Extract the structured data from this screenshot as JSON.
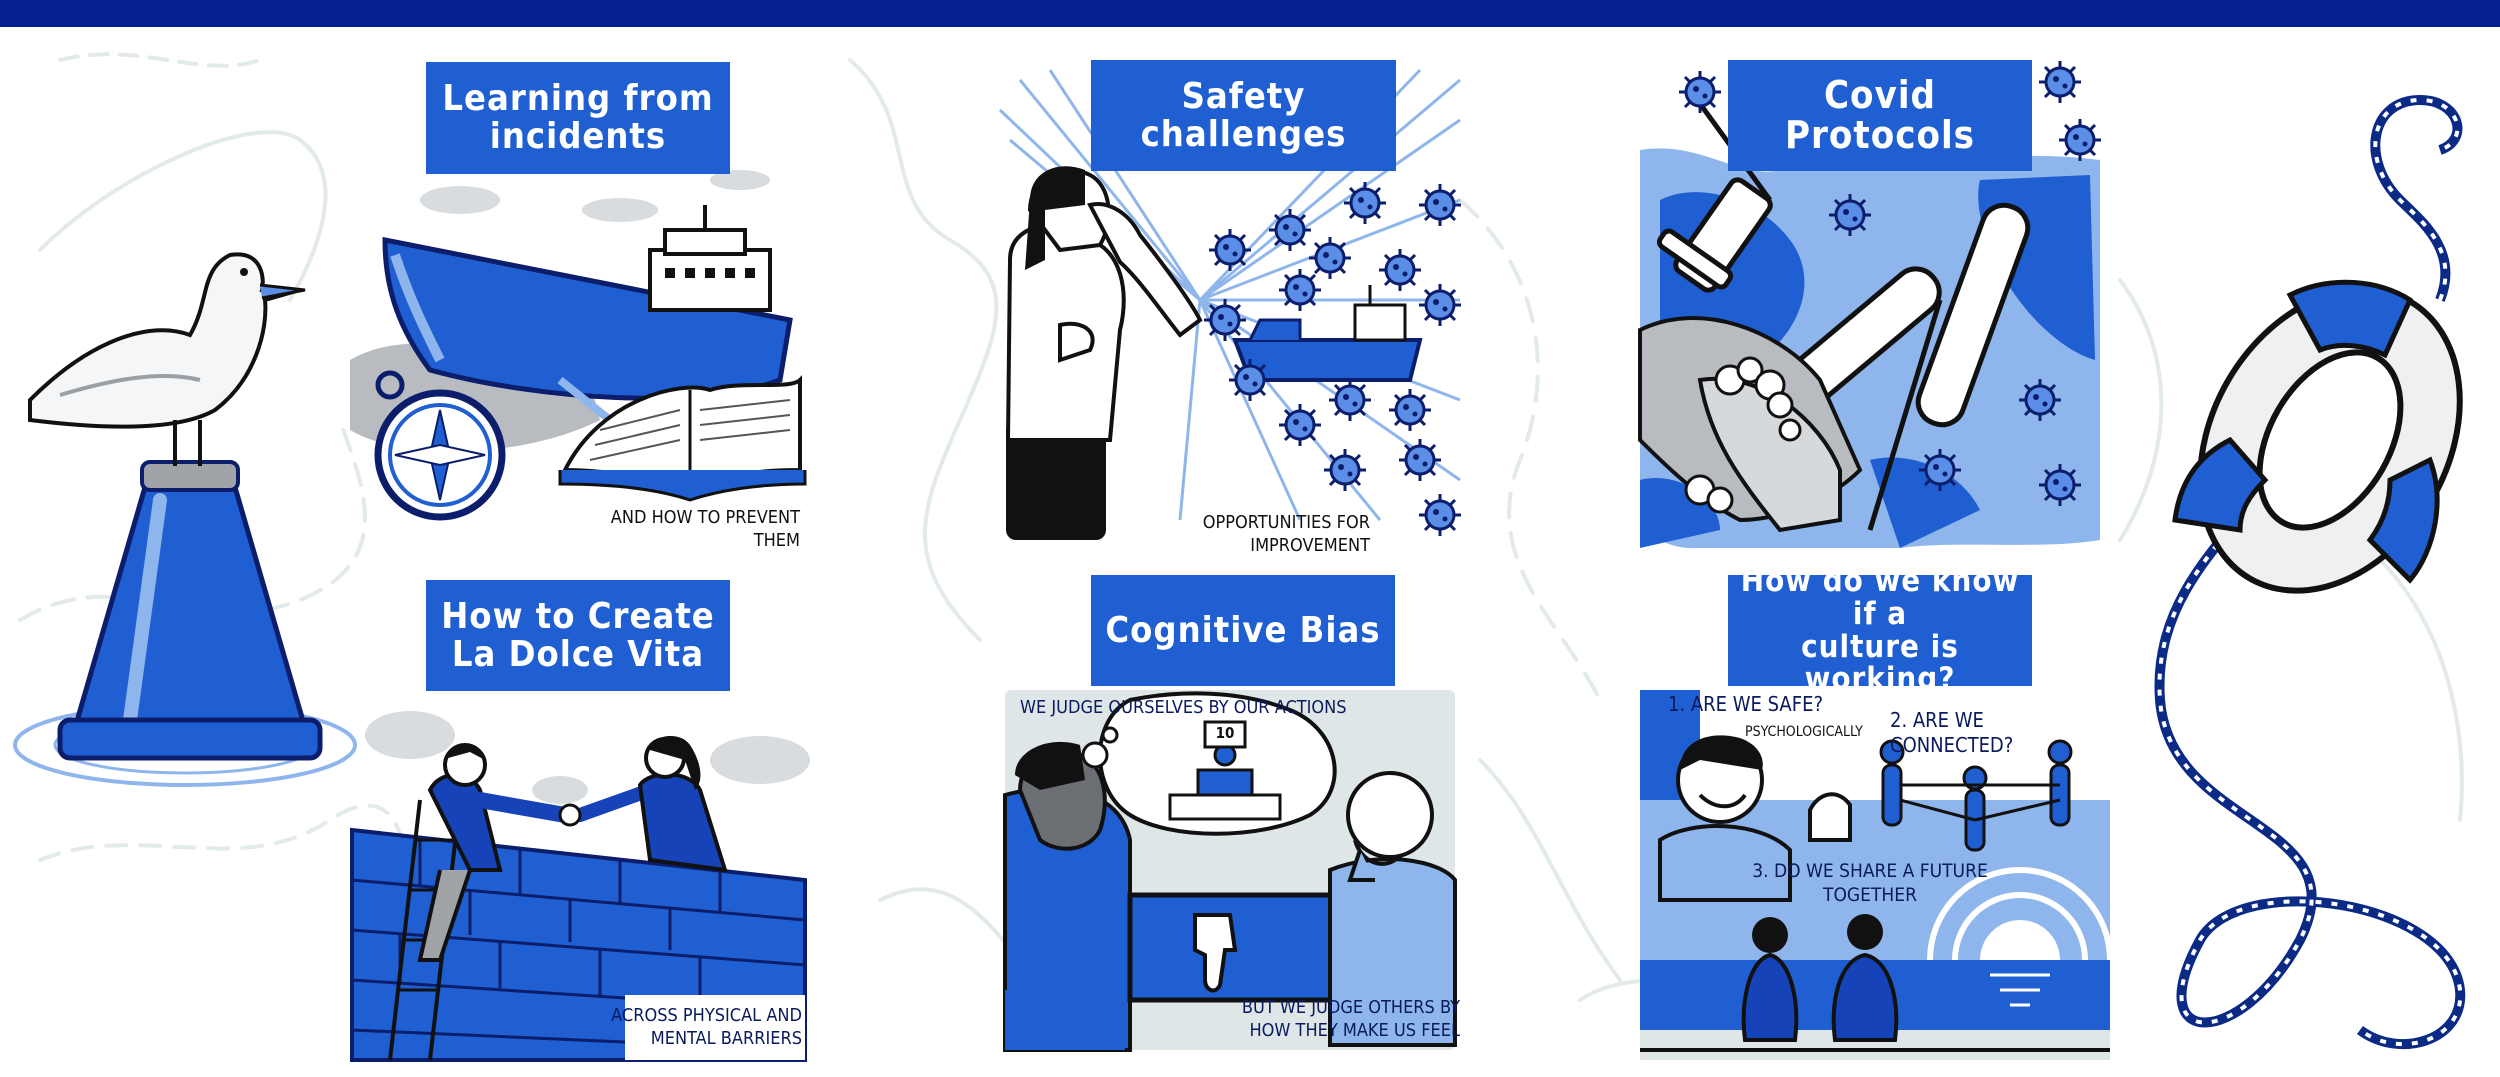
{
  "colors": {
    "top_bar": "#041f8f",
    "title_box": "#1f5fd1",
    "title_text": "#ffffff",
    "accent_light": "#8fb6ec",
    "ink": "#111111",
    "map_outline": "#dfe7e8"
  },
  "panels": {
    "learning": {
      "title": "Learning from\nincidents",
      "caption": "And how to prevent them"
    },
    "safety": {
      "title": "Safety challenges",
      "caption": "Opportunities for improvement"
    },
    "covid": {
      "title": "Covid Protocols"
    },
    "dolce": {
      "title": "How to Create\nLa Dolce Vita",
      "caption": "Across physical and\nmental barriers"
    },
    "bias": {
      "title": "Cognitive Bias",
      "top_text": "We judge ourselves by our actions",
      "bottom_text": "But we judge others by\nhow they make us feel",
      "score": "10"
    },
    "culture": {
      "title": "How do we know if a\nculture is working?",
      "q1": "1. Are we safe?",
      "q1_sub": "Psychologically",
      "q2": "2. Are we connected?",
      "q3": "3. Do we share a future\ntogether"
    }
  },
  "icons": {
    "seagull": "seagull-on-buoy-illustration",
    "lifebuoy": "lifebuoy-with-rope-illustration",
    "compass": "compass-icon",
    "virus": "virus-icon",
    "thumbs_down": "thumbs-down-icon",
    "thumbs_up": "thumbs-up-icon"
  }
}
